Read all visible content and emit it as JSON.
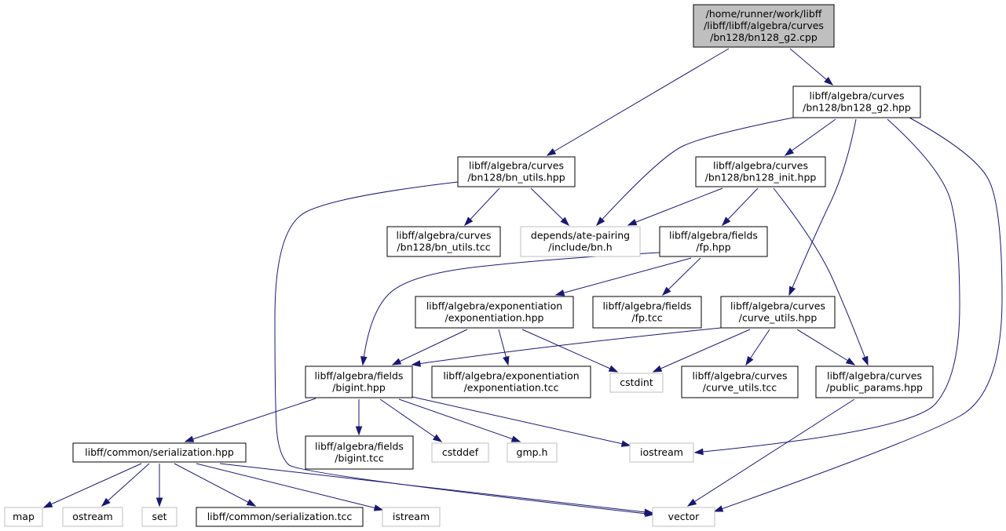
{
  "colors": {
    "edge": "#191970",
    "root_fill": "#bfbfbf",
    "node_fill": "#ffffff",
    "node_border": "#000000",
    "external_border": "#bfbfbf"
  },
  "nodes": [
    {
      "id": "root",
      "kind": "root",
      "lines": [
        "/home/runner/work/libff",
        "/libff/libff/algebra/curves",
        "/bn128/bn128_g2.cpp"
      ]
    },
    {
      "id": "g2hpp",
      "kind": "internal",
      "lines": [
        "libff/algebra/curves",
        "/bn128/bn128_g2.hpp"
      ]
    },
    {
      "id": "bnutilshpp",
      "kind": "internal",
      "lines": [
        "libff/algebra/curves",
        "/bn128/bn_utils.hpp"
      ]
    },
    {
      "id": "inithpp",
      "kind": "internal",
      "lines": [
        "libff/algebra/curves",
        "/bn128/bn128_init.hpp"
      ]
    },
    {
      "id": "bnutilstcc",
      "kind": "internal",
      "lines": [
        "libff/algebra/curves",
        "/bn128/bn_utils.tcc"
      ]
    },
    {
      "id": "bnh",
      "kind": "external",
      "lines": [
        "depends/ate-pairing",
        "/include/bn.h"
      ]
    },
    {
      "id": "fphpp",
      "kind": "internal",
      "lines": [
        "libff/algebra/fields",
        "/fp.hpp"
      ]
    },
    {
      "id": "exphpp",
      "kind": "internal",
      "lines": [
        "libff/algebra/exponentiation",
        "/exponentiation.hpp"
      ]
    },
    {
      "id": "fptcc",
      "kind": "internal",
      "lines": [
        "libff/algebra/fields",
        "/fp.tcc"
      ]
    },
    {
      "id": "curveutilshpp",
      "kind": "internal",
      "lines": [
        "libff/algebra/curves",
        "/curve_utils.hpp"
      ]
    },
    {
      "id": "biginthpp",
      "kind": "internal",
      "lines": [
        "libff/algebra/fields",
        "/bigint.hpp"
      ]
    },
    {
      "id": "exptcc",
      "kind": "internal",
      "lines": [
        "libff/algebra/exponentiation",
        "/exponentiation.tcc"
      ]
    },
    {
      "id": "cstdint",
      "kind": "external",
      "lines": [
        "cstdint"
      ]
    },
    {
      "id": "curveutilstcc",
      "kind": "internal",
      "lines": [
        "libff/algebra/curves",
        "/curve_utils.tcc"
      ]
    },
    {
      "id": "publicparams",
      "kind": "internal",
      "lines": [
        "libff/algebra/curves",
        "/public_params.hpp"
      ]
    },
    {
      "id": "serhpp",
      "kind": "internal",
      "lines": [
        "libff/common/serialization.hpp"
      ]
    },
    {
      "id": "biginttcc",
      "kind": "internal",
      "lines": [
        "libff/algebra/fields",
        "/bigint.tcc"
      ]
    },
    {
      "id": "cstddef",
      "kind": "external",
      "lines": [
        "cstddef"
      ]
    },
    {
      "id": "gmph",
      "kind": "external",
      "lines": [
        "gmp.h"
      ]
    },
    {
      "id": "iostream",
      "kind": "external",
      "lines": [
        "iostream"
      ]
    },
    {
      "id": "map",
      "kind": "external",
      "lines": [
        "map"
      ]
    },
    {
      "id": "ostream",
      "kind": "external",
      "lines": [
        "ostream"
      ]
    },
    {
      "id": "set",
      "kind": "external",
      "lines": [
        "set"
      ]
    },
    {
      "id": "sertcc",
      "kind": "internal",
      "lines": [
        "libff/common/serialization.tcc"
      ]
    },
    {
      "id": "istream",
      "kind": "external",
      "lines": [
        "istream"
      ]
    },
    {
      "id": "vector",
      "kind": "external",
      "lines": [
        "vector"
      ]
    }
  ],
  "edges": [
    [
      "root",
      "g2hpp"
    ],
    [
      "root",
      "bnutilshpp"
    ],
    [
      "g2hpp",
      "bnh"
    ],
    [
      "g2hpp",
      "inithpp"
    ],
    [
      "g2hpp",
      "curveutilshpp"
    ],
    [
      "g2hpp",
      "iostream"
    ],
    [
      "g2hpp",
      "vector"
    ],
    [
      "bnutilshpp",
      "bnutilstcc"
    ],
    [
      "bnutilshpp",
      "bnh"
    ],
    [
      "bnutilshpp",
      "vector"
    ],
    [
      "inithpp",
      "bnh"
    ],
    [
      "inithpp",
      "fphpp"
    ],
    [
      "inithpp",
      "publicparams"
    ],
    [
      "fphpp",
      "biginthpp"
    ],
    [
      "fphpp",
      "exphpp"
    ],
    [
      "fphpp",
      "fptcc"
    ],
    [
      "exphpp",
      "biginthpp"
    ],
    [
      "exphpp",
      "exptcc"
    ],
    [
      "exphpp",
      "cstdint"
    ],
    [
      "curveutilshpp",
      "biginthpp"
    ],
    [
      "curveutilshpp",
      "cstdint"
    ],
    [
      "curveutilshpp",
      "curveutilstcc"
    ],
    [
      "curveutilshpp",
      "publicparams"
    ],
    [
      "biginthpp",
      "serhpp"
    ],
    [
      "biginthpp",
      "biginttcc"
    ],
    [
      "biginthpp",
      "cstddef"
    ],
    [
      "biginthpp",
      "gmph"
    ],
    [
      "biginthpp",
      "iostream"
    ],
    [
      "publicparams",
      "vector"
    ],
    [
      "serhpp",
      "map"
    ],
    [
      "serhpp",
      "ostream"
    ],
    [
      "serhpp",
      "set"
    ],
    [
      "serhpp",
      "sertcc"
    ],
    [
      "serhpp",
      "istream"
    ],
    [
      "serhpp",
      "vector"
    ]
  ]
}
